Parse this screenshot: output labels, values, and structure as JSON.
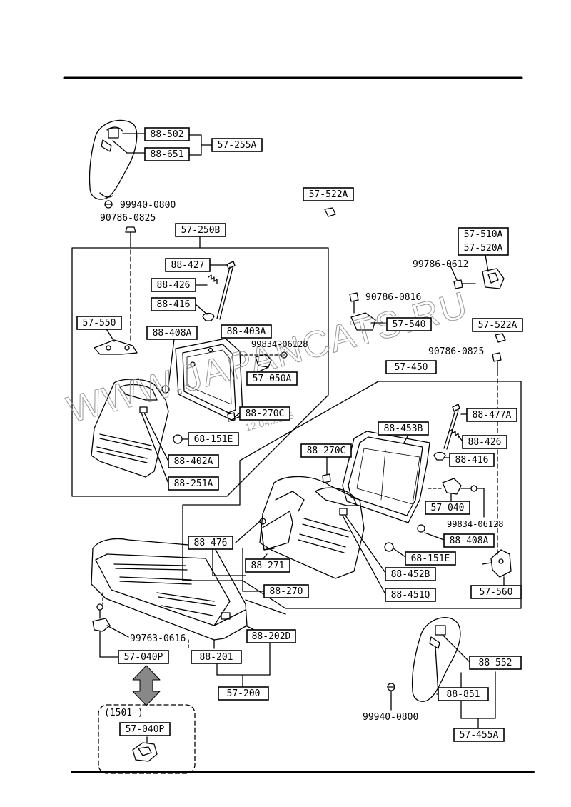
{
  "watermark": {
    "text": "WWW.JAPANCATS.RU",
    "date": "12.04.2026"
  },
  "labels": {
    "l_88_502": "88-502",
    "l_88_651": "88-651",
    "l_57_255A": "57-255A",
    "l_99940_0800_top": "99940-0800",
    "l_90786_0825_top": "90786-0825",
    "l_57_522A_top": "57-522A",
    "l_57_250B": "57-250B",
    "l_88_427": "88-427",
    "l_88_426_left": "88-426",
    "l_88_416_left": "88-416",
    "l_57_550": "57-550",
    "l_88_408A_left": "88-408A",
    "l_88_403A": "88-403A",
    "l_99834_06128_left": "99834-06128",
    "l_57_050A": "57-050A",
    "l_88_270C_left": "88-270C",
    "l_68_151E_left": "68-151E",
    "l_88_402A": "88-402A",
    "l_88_251A": "88-251A",
    "l_57_510A": "57-510A",
    "l_57_520A": "57-520A",
    "l_99786_0612": "99786-0612",
    "l_90786_0816": "90786-0816",
    "l_57_540": "57-540",
    "l_57_522A_right": "57-522A",
    "l_90786_0825_right": "90786-0825",
    "l_57_450": "57-450",
    "l_88_477A": "88-477A",
    "l_88_453B": "88-453B",
    "l_88_426_right": "88-426",
    "l_88_270C_right": "88-270C",
    "l_88_416_right": "88-416",
    "l_57_040": "57-040",
    "l_99834_06128_right": "99834-06128",
    "l_88_408A_right": "88-408A",
    "l_88_476": "88-476",
    "l_68_151E_right": "68-151E",
    "l_88_271": "88-271",
    "l_88_452B": "88-452B",
    "l_88_270": "88-270",
    "l_88_451Q": "88-451Q",
    "l_57_560": "57-560",
    "l_99763_0616": "99763-0616",
    "l_88_202D": "88-202D",
    "l_57_040P": "57-040P",
    "l_88_201": "88-201",
    "l_57_200": "57-200",
    "l_88_552": "88-552",
    "l_1501": "(1501-)",
    "l_57_040P_box": "57-040P",
    "l_88_851": "88-851",
    "l_99940_0800_bot": "99940-0800",
    "l_57_455A": "57-455A"
  }
}
